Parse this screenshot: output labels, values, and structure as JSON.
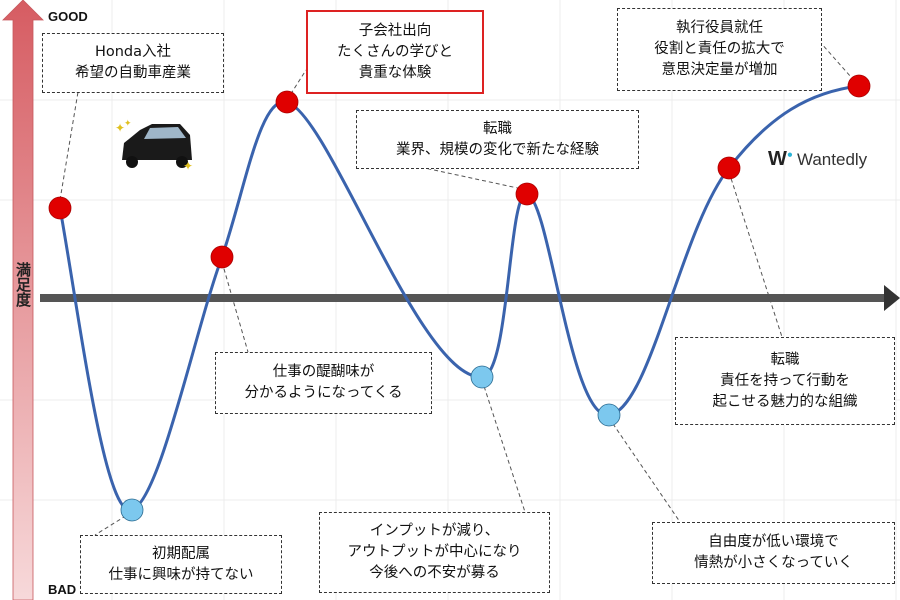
{
  "axis": {
    "good_label": "GOOD",
    "bad_label": "BAD",
    "y_label": "満足度"
  },
  "colors": {
    "curve": "#3a63ad",
    "high_point": "#e00000",
    "low_point": "#7cc8ee",
    "good_arrow": "#d9656a",
    "frame_highlight": "#dd2222"
  },
  "logo": {
    "text": "Wantedly",
    "accent": "#2ab3d6"
  },
  "events": [
    {
      "lines": [
        "Honda入社",
        "希望の自動車産業"
      ],
      "level": "high"
    },
    {
      "lines": [
        "初期配属",
        "仕事に興味が持てない"
      ],
      "level": "low"
    },
    {
      "lines": [
        "仕事の醍醐味が",
        "分かるようになってくる"
      ],
      "level": "high"
    },
    {
      "lines": [
        "子会社出向",
        "たくさんの学びと",
        "貴重な体験"
      ],
      "level": "high"
    },
    {
      "lines": [
        "インプットが減り、",
        "アウトプットが中心になり",
        "今後への不安が募る"
      ],
      "level": "low"
    },
    {
      "lines": [
        "転職",
        "業界、規模の変化で新たな経験"
      ],
      "level": "high"
    },
    {
      "lines": [
        "自由度が低い環境で",
        "情熱が小さくなっていく"
      ],
      "level": "low"
    },
    {
      "lines": [
        "転職",
        "責任を持って行動を",
        "起こせる魅力的な組織"
      ],
      "level": "high"
    },
    {
      "lines": [
        "執行役員就任",
        "役割と責任の拡大で",
        "意思決定量が増加"
      ],
      "level": "high"
    }
  ]
}
